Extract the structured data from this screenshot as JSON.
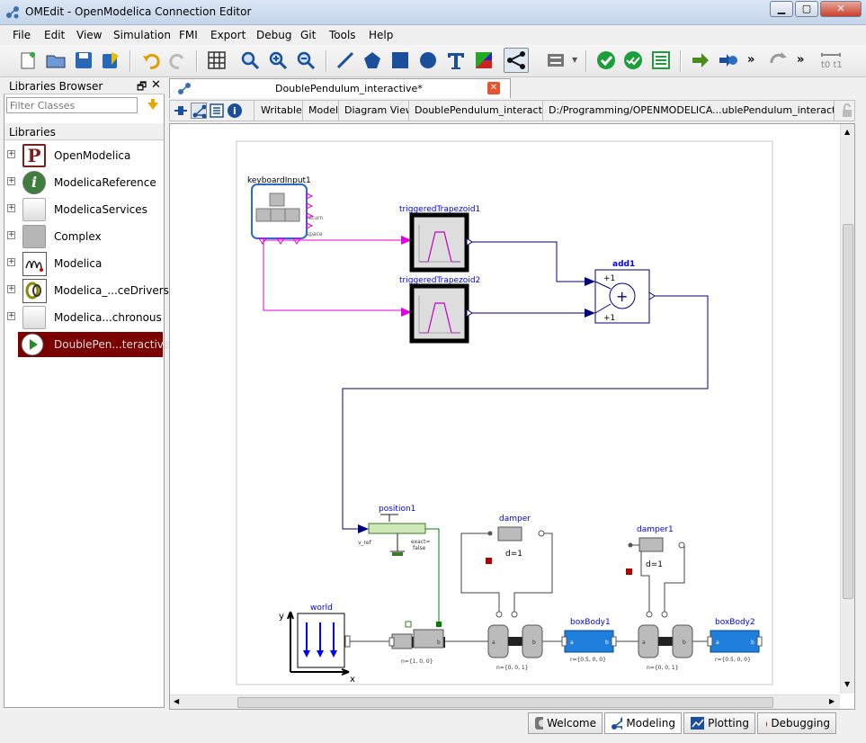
{
  "window": {
    "title": "OMEdit - OpenModelica Connection Editor"
  },
  "menu": [
    "File",
    "Edit",
    "View",
    "Simulation",
    "FMI",
    "Export",
    "Debug",
    "Git",
    "Tools",
    "Help"
  ],
  "libraries_browser": {
    "title": "Libraries Browser",
    "filter_placeholder": "Filter Classes",
    "header": "Libraries",
    "items": [
      {
        "label": "OpenModelica",
        "icon": "openmodelica-p-icon"
      },
      {
        "label": "ModelicaReference",
        "icon": "info-icon"
      },
      {
        "label": "ModelicaServices",
        "icon": "blank-package-icon"
      },
      {
        "label": "Complex",
        "icon": "gray-package-icon"
      },
      {
        "label": "Modelica",
        "icon": "modelica-icon"
      },
      {
        "label": "Modelica_...ceDrivers",
        "icon": "device-drivers-icon"
      },
      {
        "label": "Modelica...chronous",
        "icon": "blank-package-icon"
      },
      {
        "label": "DoublePen...teractive",
        "icon": "play-icon",
        "selected": true
      }
    ]
  },
  "document": {
    "tab_title": "DoublePendulum_interactive*",
    "bar": {
      "writable": "Writable",
      "type": "Model",
      "view": "Diagram View",
      "name": "DoublePendulum_interactive",
      "path": "D:/Programming/OPENMODELICA...ublePendulum_interactive.mo"
    }
  },
  "diagram": {
    "keyboard_label": "keyboardInput1",
    "keyboard_return": "return",
    "keyboard_space": "space",
    "trap1_label": "triggeredTrapezoid1",
    "trap2_label": "triggeredTrapezoid2",
    "add_label": "add1",
    "add_in1": "+1",
    "add_in2": "+1",
    "position_label": "position1",
    "position_vref": "v_ref",
    "position_exact": "exact=",
    "position_false": "false",
    "damper_label": "damper",
    "damper_d": "d=1",
    "damper1_label": "damper1",
    "damper1_d": "d=1",
    "world_label": "world",
    "world_x": "x",
    "world_y": "y",
    "prismatic_n": "n={1, 0, 0}",
    "revolute1_n": "n={0, 0, 1}",
    "revolute2_n": "n={0, 0, 1}",
    "box1_label": "boxBody1",
    "box1_r": "r={0.5, 0, 0}",
    "box2_label": "boxBody2",
    "box2_r": "r={0.5, 0, 0}",
    "port_a": "a",
    "port_b": "b"
  },
  "perspectives": [
    {
      "label": "Welcome",
      "icon": "welcome-icon"
    },
    {
      "label": "Modeling",
      "icon": "modeling-icon",
      "active": true
    },
    {
      "label": "Plotting",
      "icon": "plotting-icon"
    },
    {
      "label": "Debugging",
      "icon": "debugging-icon"
    }
  ],
  "colors": {
    "selected_library_bg": "#7b0000",
    "connection_signal": "#e000e0",
    "connection_real": "#00007f",
    "connection_mech": "#008000",
    "component_label": "#0000ff",
    "box_body": "#1e7fdc"
  }
}
